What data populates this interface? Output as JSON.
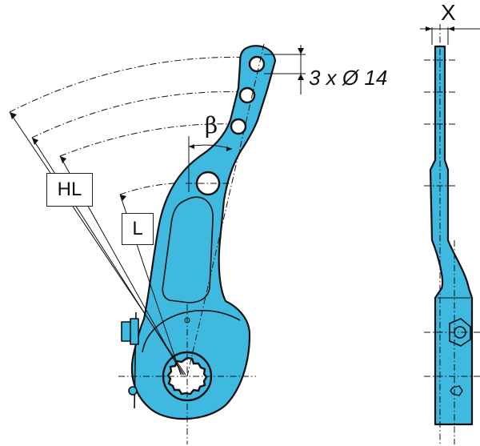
{
  "labels": {
    "hl": "HL",
    "l": "L",
    "beta": "β",
    "holes": "3 x Ø 14",
    "x": "X"
  },
  "colors": {
    "part_fill": "#3fb9e0",
    "outline": "#111111",
    "background": "#ffffff"
  }
}
